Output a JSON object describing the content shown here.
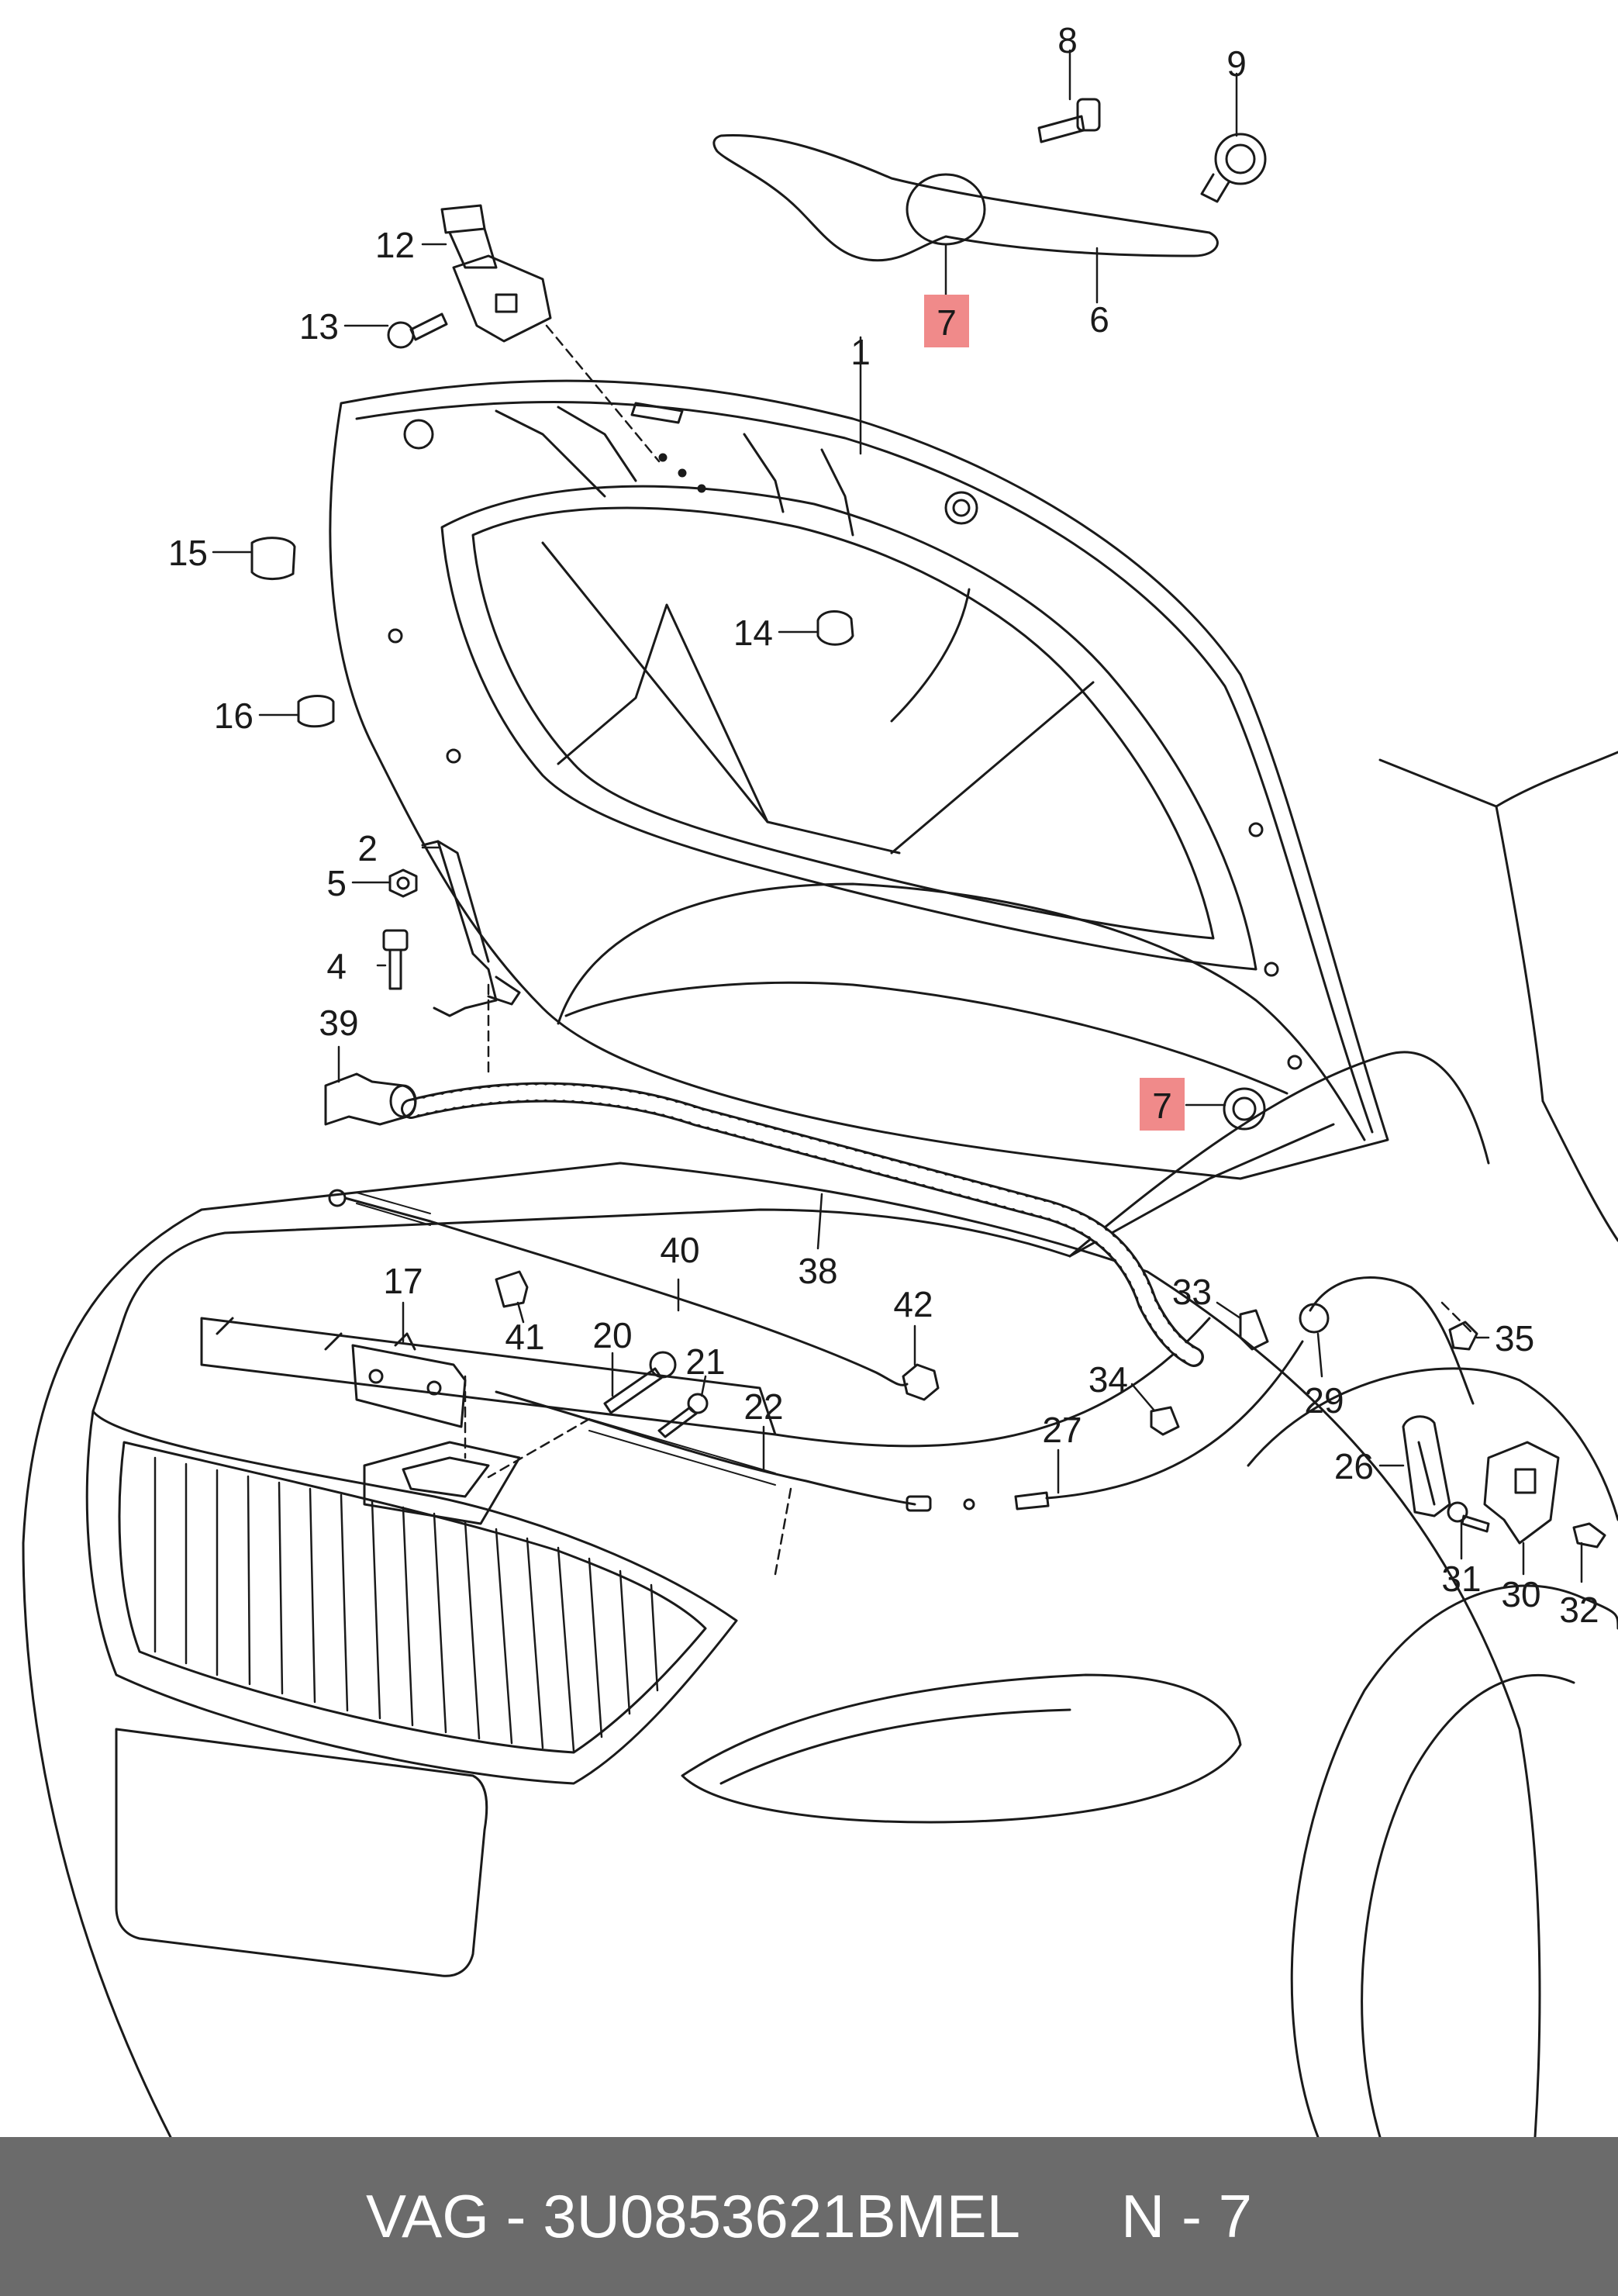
{
  "diagram": {
    "callouts": [
      {
        "id": "c1",
        "text": "1"
      },
      {
        "id": "c2",
        "text": "2"
      },
      {
        "id": "c4",
        "text": "4"
      },
      {
        "id": "c5",
        "text": "5"
      },
      {
        "id": "c6",
        "text": "6"
      },
      {
        "id": "c7a",
        "text": "7",
        "highlight": true
      },
      {
        "id": "c7b",
        "text": "7",
        "highlight": true
      },
      {
        "id": "c8",
        "text": "8"
      },
      {
        "id": "c9",
        "text": "9"
      },
      {
        "id": "c12",
        "text": "12"
      },
      {
        "id": "c13",
        "text": "13"
      },
      {
        "id": "c14",
        "text": "14"
      },
      {
        "id": "c15",
        "text": "15"
      },
      {
        "id": "c16",
        "text": "16"
      },
      {
        "id": "c17",
        "text": "17"
      },
      {
        "id": "c20",
        "text": "20"
      },
      {
        "id": "c21",
        "text": "21"
      },
      {
        "id": "c22",
        "text": "22"
      },
      {
        "id": "c26",
        "text": "26"
      },
      {
        "id": "c27",
        "text": "27"
      },
      {
        "id": "c29",
        "text": "29"
      },
      {
        "id": "c30",
        "text": "30"
      },
      {
        "id": "c31",
        "text": "31"
      },
      {
        "id": "c32",
        "text": "32"
      },
      {
        "id": "c33",
        "text": "33"
      },
      {
        "id": "c34",
        "text": "34"
      },
      {
        "id": "c35",
        "text": "35"
      },
      {
        "id": "c38",
        "text": "38"
      },
      {
        "id": "c39",
        "text": "39"
      },
      {
        "id": "c40",
        "text": "40"
      },
      {
        "id": "c41",
        "text": "41"
      },
      {
        "id": "c42",
        "text": "42"
      }
    ],
    "highlight_color": "#f08a8a",
    "line_color": "#1a1a1a"
  },
  "footer": {
    "brand": "VAG",
    "separator": "-",
    "part_number": "3U0853621BMEL",
    "position_code": "N - 7",
    "background": "#6b6b6b"
  }
}
